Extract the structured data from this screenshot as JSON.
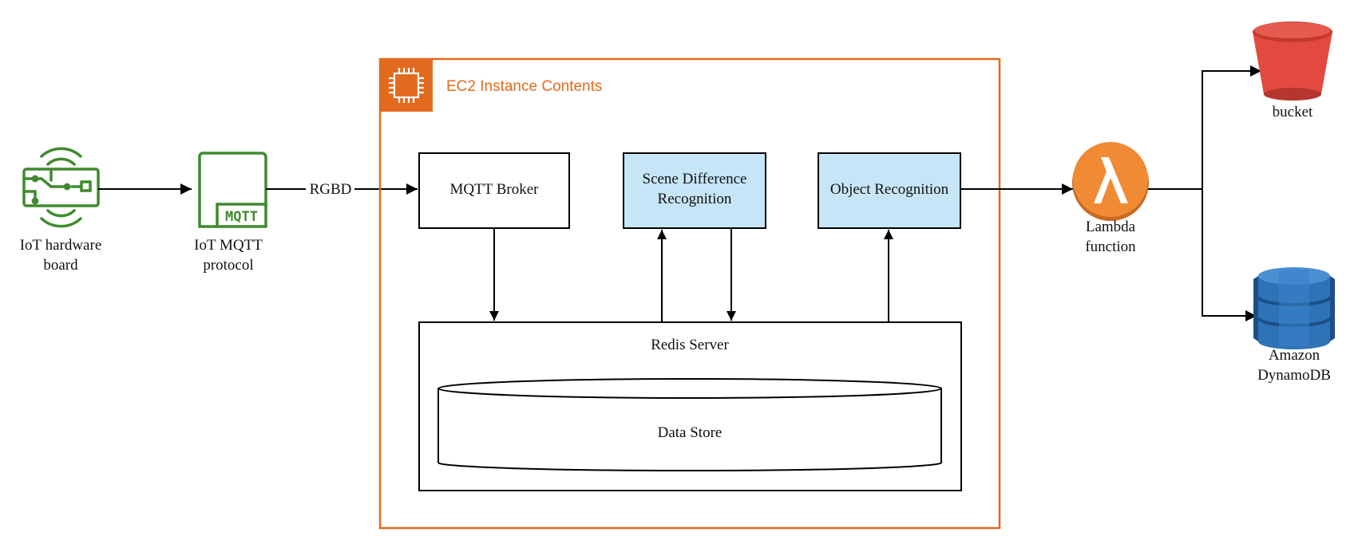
{
  "colors": {
    "ec2_orange": "#e26a1f",
    "iot_green": "#3f8a2e",
    "highlight_box": "#c6e6f7",
    "lambda_orange": "#f08a34",
    "s3_red": "#e24a3f",
    "dynamodb_blue": "#2e73b8"
  },
  "nodes": {
    "iot_board": {
      "label_line1": "IoT hardware",
      "label_line2": "board",
      "icon": "circuit-board-icon"
    },
    "mqtt_protocol": {
      "label_line1": "IoT MQTT",
      "label_line2": "protocol",
      "icon": "mqtt-icon",
      "icon_text": "MQTT"
    },
    "ec2": {
      "title": "EC2 Instance Contents",
      "icon": "chip-icon"
    },
    "mqtt_broker": {
      "label": "MQTT Broker"
    },
    "scene_diff": {
      "label_line1": "Scene Difference",
      "label_line2": "Recognition"
    },
    "object_recognition": {
      "label": "Object Recognition"
    },
    "redis": {
      "label": "Redis Server"
    },
    "data_store": {
      "label": "Data Store"
    },
    "lambda": {
      "label_line1": "Lambda",
      "label_line2": "function",
      "icon": "lambda-icon"
    },
    "bucket": {
      "label": "bucket",
      "icon": "s3-bucket-icon"
    },
    "dynamodb": {
      "label_line1": "Amazon",
      "label_line2": "DynamoDB",
      "icon": "dynamodb-icon"
    }
  },
  "edges": {
    "rgbd_label": "RGBD"
  }
}
